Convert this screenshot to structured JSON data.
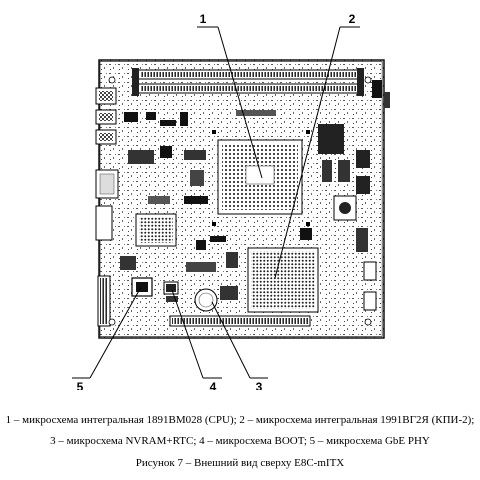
{
  "callouts": [
    {
      "id": "1",
      "label": "1"
    },
    {
      "id": "2",
      "label": "2"
    },
    {
      "id": "3",
      "label": "3"
    },
    {
      "id": "4",
      "label": "4"
    },
    {
      "id": "5",
      "label": "5"
    }
  ],
  "caption": {
    "line1": "1 – микросхема интегральная 1891ВМ028 (CPU); 2 – микросхема интегральная 1991ВГ2Я (КПИ-2);",
    "line2": "3 – микросхема NVRAM+RTC; 4 – микросхема BOOT; 5 – микросхема GbE PHY",
    "figure_title": "Рисунок 7 – Внешний вид сверху E8C-mITX"
  }
}
